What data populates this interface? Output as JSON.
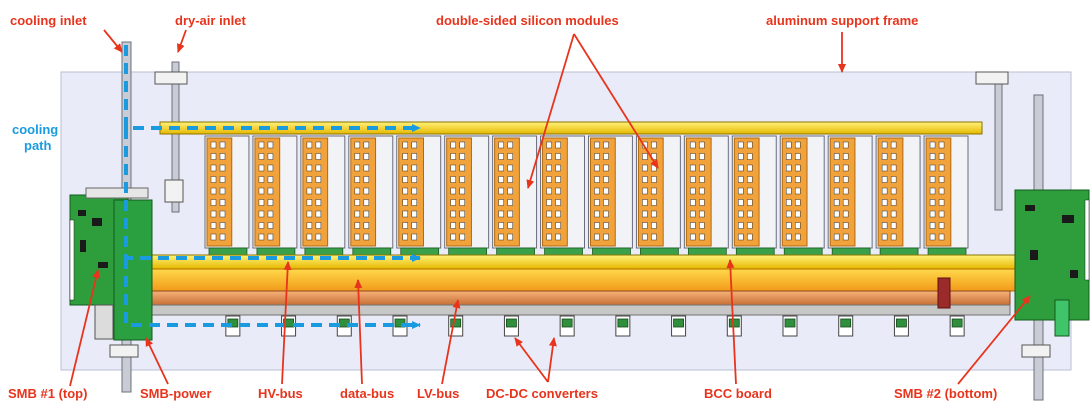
{
  "labels": {
    "cooling_inlet": "cooling inlet",
    "dry_air_inlet": "dry-air inlet",
    "double_sided_modules": "double-sided silicon modules",
    "aluminum_frame": "aluminum support frame",
    "cooling_path_line1": "cooling",
    "cooling_path_line2": "path",
    "smb1_top": "SMB #1 (top)",
    "smb_power": "SMB-power",
    "hv_bus": "HV-bus",
    "data_bus": "data-bus",
    "lv_bus": "LV-bus",
    "dcdc_converters": "DC-DC converters",
    "bcc_board": "BCC board",
    "smb2_bottom": "SMB #2 (bottom)"
  },
  "colors": {
    "label_red": "#e8341c",
    "label_blue": "#1a9be0",
    "frame_bg": "#e9ecf8",
    "module_orange": "#f2a23a",
    "rail_yellow": "#f4d21c",
    "pcb_green": "#2e9e3c",
    "copper_bus": "#d9864a"
  },
  "module_count": 16,
  "converter_count": 14
}
